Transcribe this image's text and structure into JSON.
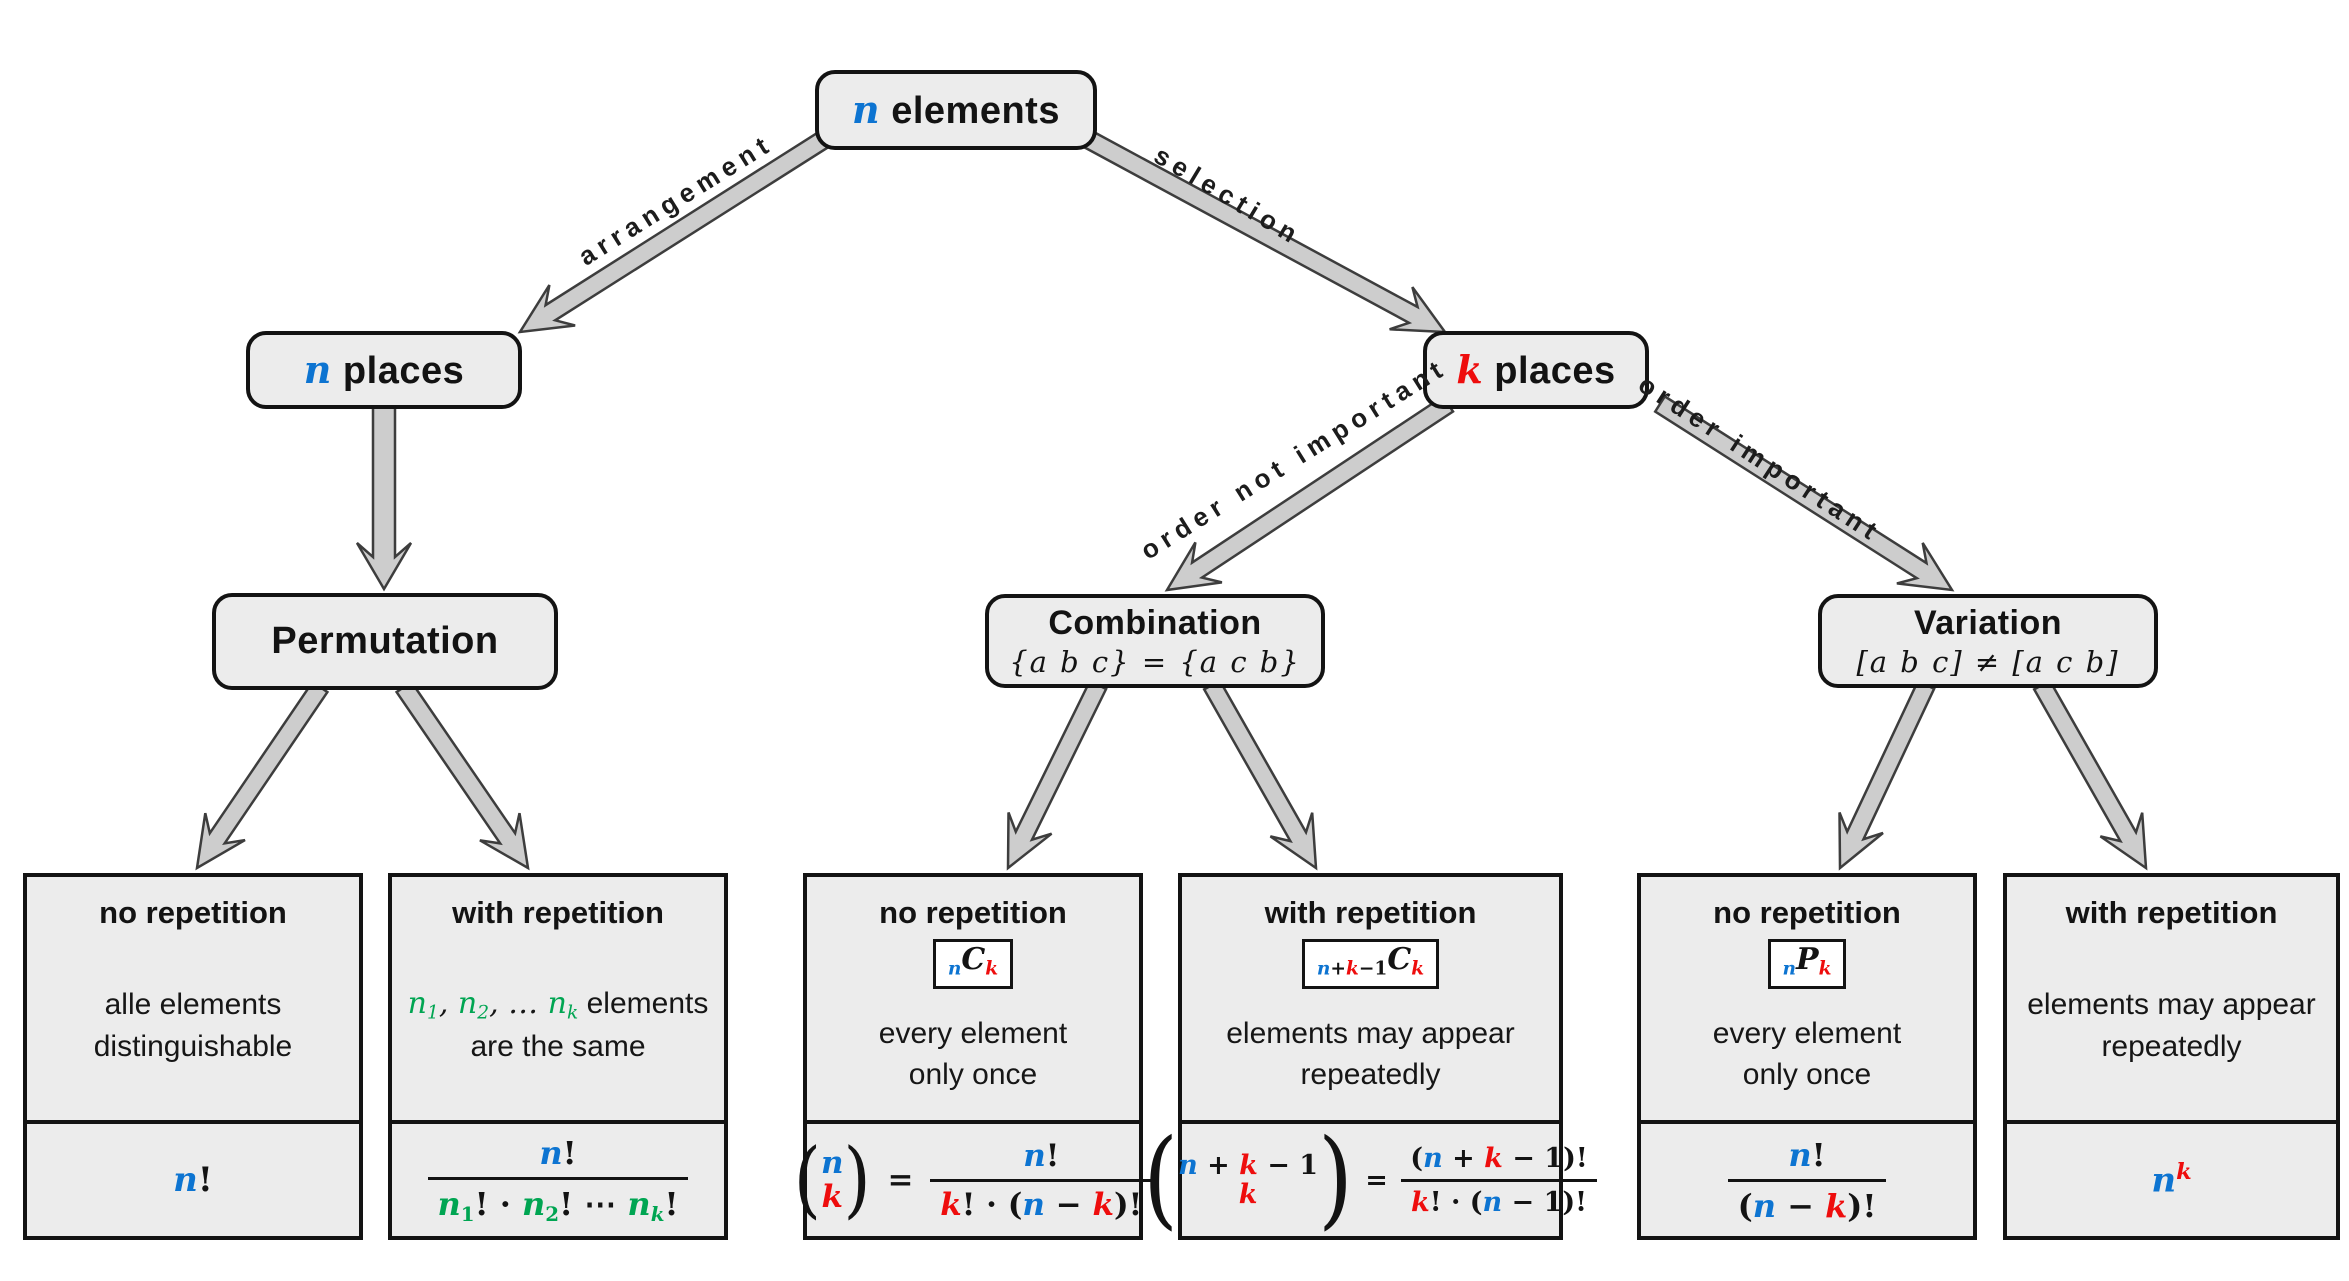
{
  "colors": {
    "blue": "#0d74d1",
    "red": "#ee0d0d",
    "green": "#00a552",
    "boxfill": "#ececec",
    "arrowfill": "#cdcdcd",
    "arrowstroke": "#3d3d3d",
    "ink": "#131313"
  },
  "nodes": {
    "root": {
      "title_tokens": [
        {
          "t": "n",
          "cls": "m blue"
        },
        {
          "t": " elements",
          "cls": "sans"
        }
      ]
    },
    "n_places": {
      "title_tokens": [
        {
          "t": "n",
          "cls": "m blue"
        },
        {
          "t": " places",
          "cls": "sans"
        }
      ]
    },
    "k_places": {
      "title_tokens": [
        {
          "t": "k",
          "cls": "m red"
        },
        {
          "t": " places",
          "cls": "sans"
        }
      ]
    },
    "permutation": {
      "title": "Permutation"
    },
    "combination": {
      "title": "Combination",
      "subtitle": "{a b c} = {a c b}"
    },
    "variation": {
      "title": "Variation",
      "subtitle": "[a b c] ≠ [a c b]"
    }
  },
  "edge_labels": {
    "arrangement": "arrangement",
    "selection": "selection",
    "order_not_important": "order not important",
    "order_important": "order important"
  },
  "leaves": [
    {
      "title": "no repetition",
      "body_line1": [
        {
          "t": "alle elements",
          "cls": "sans"
        }
      ],
      "body_line2": "distinguishable",
      "formula": [
        {
          "type": "tokens",
          "tokens": [
            {
              "t": "n",
              "cls": "m blue"
            },
            {
              "t": "!",
              "cls": "mu"
            }
          ]
        }
      ]
    },
    {
      "title": "with repetition",
      "body_line1": [
        {
          "t": "n",
          "cls": "mi green"
        },
        {
          "t": "1",
          "cls": "mi green sub"
        },
        {
          "t": ", ",
          "cls": "mi"
        },
        {
          "t": "n",
          "cls": "mi green"
        },
        {
          "t": "2",
          "cls": "mi green sub"
        },
        {
          "t": ", … ",
          "cls": "mi"
        },
        {
          "t": "n",
          "cls": "mi green"
        },
        {
          "t": "k",
          "cls": "mi green sub"
        },
        {
          "t": " elements",
          "cls": "sans"
        }
      ],
      "body_line2": "are the same",
      "formula": [
        {
          "type": "frac",
          "num": [
            {
              "t": "n",
              "cls": "m blue"
            },
            {
              "t": "!",
              "cls": "mu"
            }
          ],
          "den": [
            {
              "t": "n",
              "cls": "m green"
            },
            {
              "t": "1",
              "cls": "mu green sub"
            },
            {
              "t": "!",
              "cls": "mu"
            },
            {
              "t": " · ",
              "cls": "mu"
            },
            {
              "t": "n",
              "cls": "m green"
            },
            {
              "t": "2",
              "cls": "mu green sub"
            },
            {
              "t": "!",
              "cls": "mu"
            },
            {
              "t": " ⋯ ",
              "cls": "mu"
            },
            {
              "t": "n",
              "cls": "m green"
            },
            {
              "t": "k",
              "cls": "m green sub"
            },
            {
              "t": "!",
              "cls": "mu"
            }
          ]
        }
      ]
    },
    {
      "title": "no repetition",
      "badge": [
        {
          "t": "n",
          "cls": "m blue sub"
        },
        {
          "t": "C",
          "cls": "m"
        },
        {
          "t": "k",
          "cls": "m red sub"
        }
      ],
      "body_line1": [
        {
          "t": "every element",
          "cls": "sans"
        }
      ],
      "body_line2": "only once",
      "formula": [
        {
          "type": "binom",
          "top": [
            {
              "t": "n",
              "cls": "m blue"
            }
          ],
          "bottom": [
            {
              "t": "k",
              "cls": "m red"
            }
          ]
        },
        {
          "type": "tokens",
          "tokens": [
            {
              "t": " = ",
              "cls": "mu"
            }
          ]
        },
        {
          "type": "frac",
          "num": [
            {
              "t": "n",
              "cls": "m blue"
            },
            {
              "t": "!",
              "cls": "mu"
            }
          ],
          "den": [
            {
              "t": "k",
              "cls": "m red"
            },
            {
              "t": "! · (",
              "cls": "mu"
            },
            {
              "t": "n",
              "cls": "m blue"
            },
            {
              "t": " − ",
              "cls": "mu"
            },
            {
              "t": "k",
              "cls": "m red"
            },
            {
              "t": ")!",
              "cls": "mu"
            }
          ]
        }
      ]
    },
    {
      "title": "with repetition",
      "badge": [
        {
          "t": "n",
          "cls": "m blue sub"
        },
        {
          "t": "+",
          "cls": "mu sub"
        },
        {
          "t": "k",
          "cls": "m red sub"
        },
        {
          "t": "−1",
          "cls": "mu sub"
        },
        {
          "t": "C",
          "cls": "m"
        },
        {
          "t": "k",
          "cls": "m red sub"
        }
      ],
      "body_line1": [
        {
          "t": "elements may appear",
          "cls": "sans"
        }
      ],
      "body_line2": "repeatedly",
      "formula": [
        {
          "type": "binom",
          "top": [
            {
              "t": "n",
              "cls": "m blue"
            },
            {
              "t": " + ",
              "cls": "mu"
            },
            {
              "t": "k",
              "cls": "m red"
            },
            {
              "t": " − 1",
              "cls": "mu"
            }
          ],
          "bottom": [
            {
              "t": "k",
              "cls": "m red"
            }
          ]
        },
        {
          "type": "tokens",
          "tokens": [
            {
              "t": " = ",
              "cls": "mu"
            }
          ]
        },
        {
          "type": "frac",
          "num": [
            {
              "t": "(",
              "cls": "mu"
            },
            {
              "t": "n",
              "cls": "m blue"
            },
            {
              "t": " + ",
              "cls": "mu"
            },
            {
              "t": "k",
              "cls": "m red"
            },
            {
              "t": " − 1",
              "cls": "mu"
            },
            {
              "t": ")!",
              "cls": "mu"
            }
          ],
          "den": [
            {
              "t": "k",
              "cls": "m red"
            },
            {
              "t": "! · (",
              "cls": "mu"
            },
            {
              "t": "n",
              "cls": "m blue"
            },
            {
              "t": " − 1",
              "cls": "mu"
            },
            {
              "t": ")!",
              "cls": "mu"
            }
          ]
        }
      ]
    },
    {
      "title": "no repetition",
      "badge": [
        {
          "t": "n",
          "cls": "m blue sub"
        },
        {
          "t": "P",
          "cls": "m"
        },
        {
          "t": "k",
          "cls": "m red sub"
        }
      ],
      "body_line1": [
        {
          "t": "every element",
          "cls": "sans"
        }
      ],
      "body_line2": "only once",
      "formula": [
        {
          "type": "frac",
          "num": [
            {
              "t": "n",
              "cls": "m blue"
            },
            {
              "t": "!",
              "cls": "mu"
            }
          ],
          "den": [
            {
              "t": "(",
              "cls": "mu"
            },
            {
              "t": "n",
              "cls": "m blue"
            },
            {
              "t": " − ",
              "cls": "mu"
            },
            {
              "t": "k",
              "cls": "m red"
            },
            {
              "t": ")!",
              "cls": "mu"
            }
          ]
        }
      ]
    },
    {
      "title": "with repetition",
      "body_line1": [
        {
          "t": "elements may appear",
          "cls": "sans"
        }
      ],
      "body_line2": "repeatedly",
      "formula": [
        {
          "type": "tokens",
          "tokens": [
            {
              "t": "n",
              "cls": "m blue"
            },
            {
              "t": "k",
              "cls": "m red sup"
            }
          ]
        }
      ]
    }
  ]
}
